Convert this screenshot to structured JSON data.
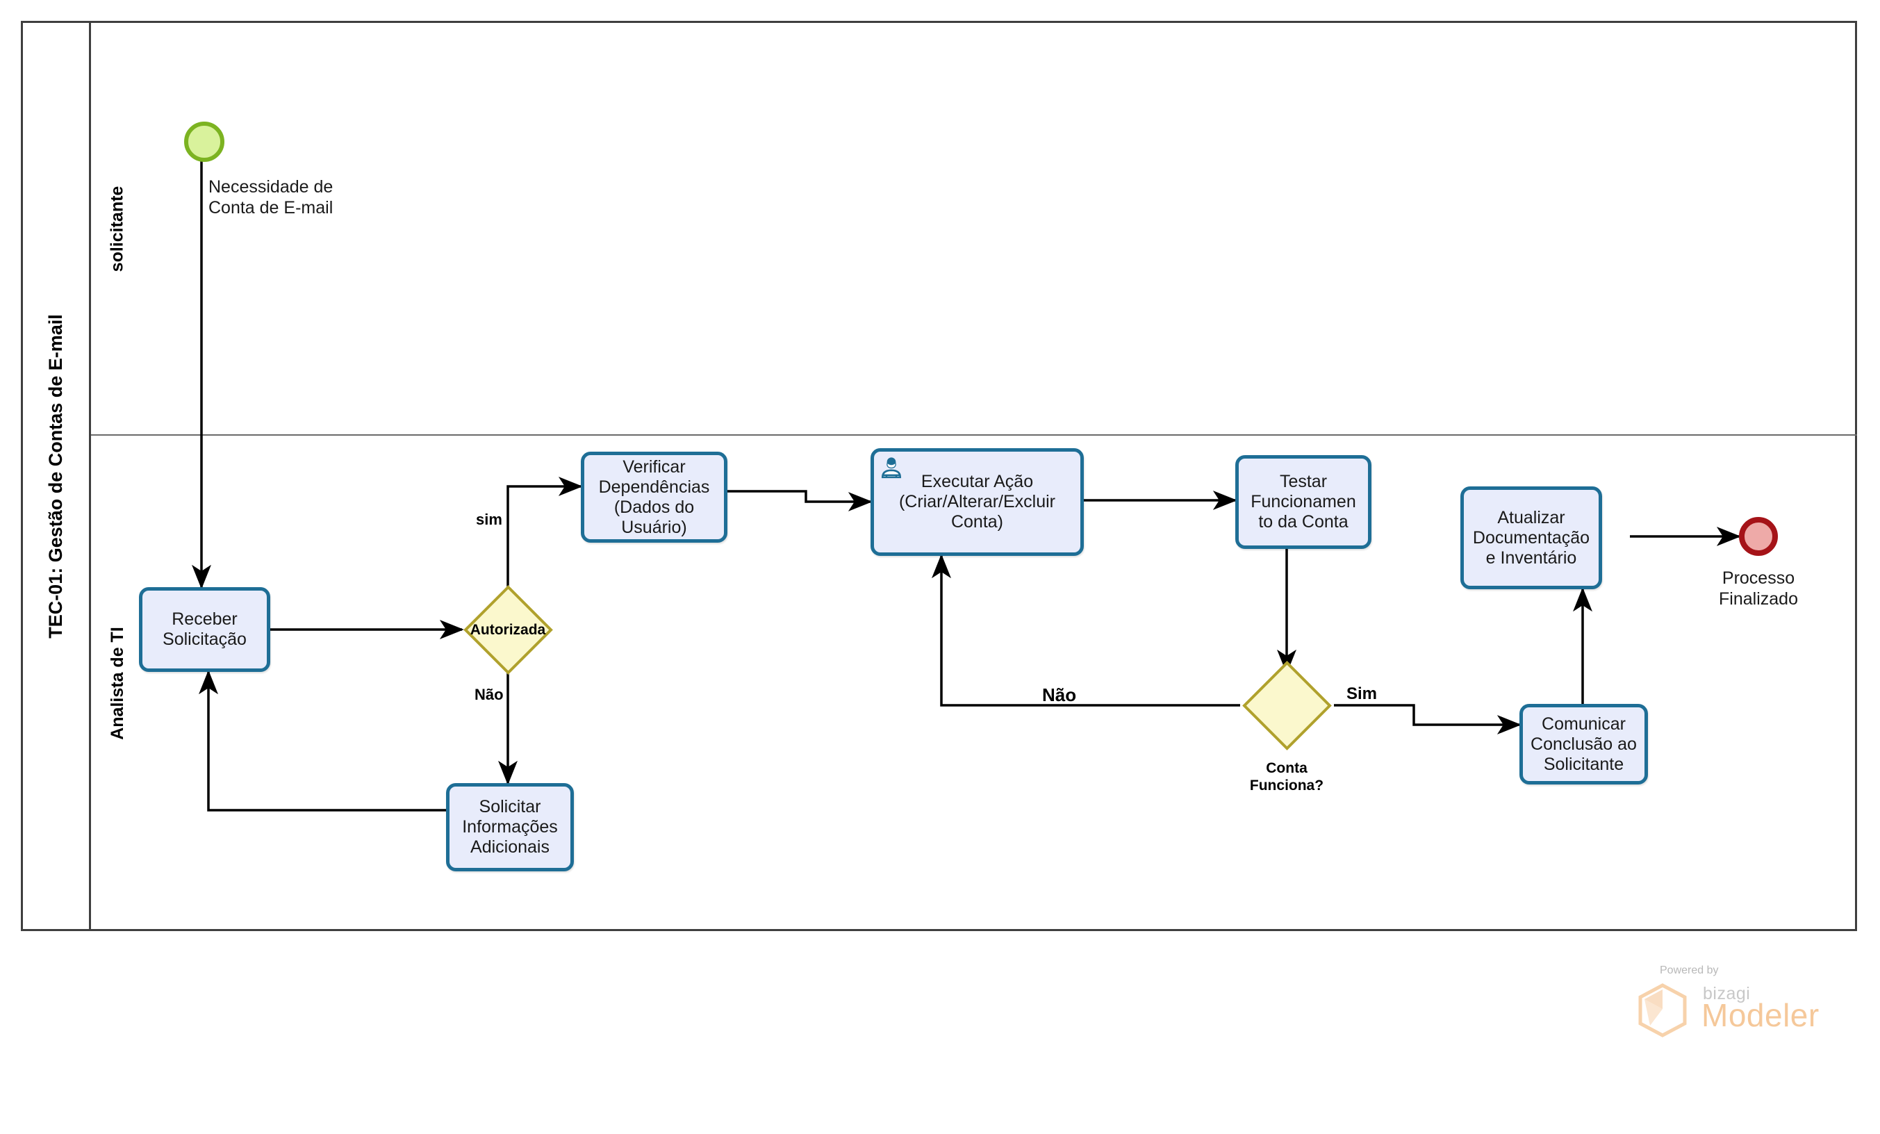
{
  "pool": {
    "title": "TEC-01: Gestão de Contas de E-mail",
    "lanes": [
      {
        "id": "solicitante",
        "label": "solicitante"
      },
      {
        "id": "analista",
        "label": "Analista de TI"
      }
    ]
  },
  "events": {
    "start": {
      "name": "start-event",
      "label": "Necessidade de\nConta de E-mail",
      "fill": "#d9f29c",
      "stroke": "#7cb321"
    },
    "end": {
      "name": "end-event",
      "label": "Processo\nFinalizado",
      "fill": "#eeaaa8",
      "stroke": "#a51318"
    }
  },
  "tasks": [
    {
      "id": "receber",
      "label": "Receber\nSolicitação",
      "icon": null
    },
    {
      "id": "solicitar_info",
      "label": "Solicitar\nInformações\nAdicionais",
      "icon": null
    },
    {
      "id": "verificar",
      "label": "Verificar\nDependências\n(Dados do\nUsuário)",
      "icon": null
    },
    {
      "id": "executar",
      "label": "Executar Ação\n(Criar/Alterar/Excluir\nConta)",
      "icon": "manual-user-icon"
    },
    {
      "id": "testar",
      "label": "Testar\nFuncionamen\nto da Conta",
      "icon": null
    },
    {
      "id": "comunicar",
      "label": "Comunicar\nConclusão ao\nSolicitante",
      "icon": null
    },
    {
      "id": "atualizar",
      "label": "Atualizar\nDocumentação\ne Inventário",
      "icon": null
    }
  ],
  "gateways": [
    {
      "id": "autorizada",
      "label": "Autorizada",
      "fill": "#fbf8cd",
      "stroke": "#b0a12c"
    },
    {
      "id": "conta_funciona",
      "label": "Conta\nFunciona?",
      "fill": "#fbf8cd",
      "stroke": "#b0a12c"
    }
  ],
  "flow_labels": [
    {
      "id": "autorizada_sim",
      "text": "sim"
    },
    {
      "id": "autorizada_nao",
      "text": "Não"
    },
    {
      "id": "conta_nao",
      "text": "Não"
    },
    {
      "id": "conta_sim",
      "text": "Sim"
    }
  ],
  "watermark": {
    "powered_by": "Powered by",
    "brand": "bizagi",
    "product": "Modeler",
    "brand_color": "#f5c89a"
  },
  "colors": {
    "task_fill": "#e8ecfb",
    "task_stroke": "#1e6e96",
    "gateway_fill": "#fbf8cd",
    "gateway_stroke": "#b0a12c",
    "pool_stroke": "#3f3f3f",
    "connector": "#000000"
  }
}
